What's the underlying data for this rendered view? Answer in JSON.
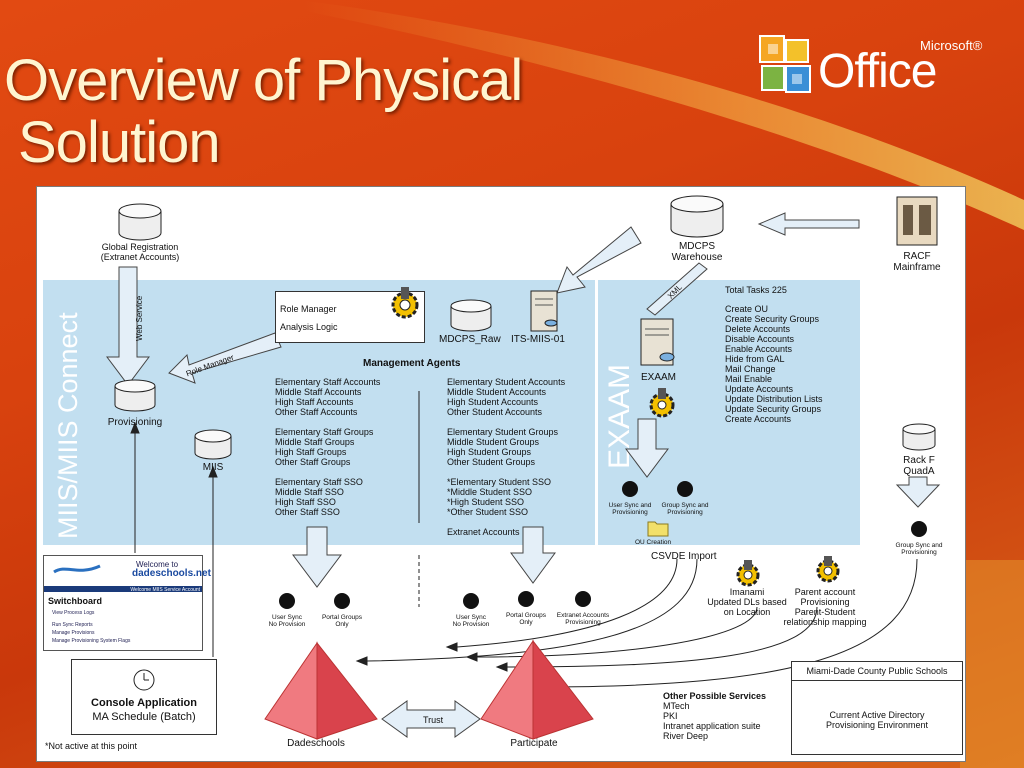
{
  "slide": {
    "title_line1": "Overview of Physical",
    "title_line2": "Solution"
  },
  "logo": {
    "wordmark": "Office",
    "brand": "Microsoft®"
  },
  "colors": {
    "background": "#d8420e",
    "zone": "#c2dff0",
    "title": "#fff5d0",
    "pyramid": "#e8545c"
  },
  "diagram": {
    "global_registration": [
      "Global Registration",
      "(Extranet Accounts)"
    ],
    "web_service": "Web Service",
    "mis_connect": "MIIS/MIIS Connect",
    "provisioning": "Provisioning",
    "role_manager_arrow": "Role Manager",
    "miis": "MIIS",
    "role_box": [
      "Role Manager",
      "Analysis Logic"
    ],
    "mdcps_raw": "MDCPS_Raw",
    "its_miis": "ITS-MIIS-01",
    "mdcps_warehouse": [
      "MDCPS",
      "Warehouse"
    ],
    "racf": [
      "RACF",
      "Mainframe"
    ],
    "xml": "XML",
    "exaam_server": "EXAAM",
    "exaam_zone": "EXAAM",
    "total_tasks": "Total Tasks 225",
    "tasks": [
      "Create OU",
      "Create Security Groups",
      "Delete Accounts",
      "Disable Accounts",
      "Enable Accounts",
      "Hide from GAL",
      "Mail Change",
      "Mail Enable",
      "Update Accounts",
      "Update Distribution Lists",
      "Update Security Groups",
      "Create Accounts"
    ],
    "management_agents": "Management Agents",
    "staff_accounts": [
      "Elementary Staff Accounts",
      "Middle Staff Accounts",
      "High Staff Accounts",
      "Other Staff Accounts"
    ],
    "staff_groups": [
      "Elementary Staff Groups",
      "Middle Staff Groups",
      "High Staff Groups",
      "Other Staff Groups"
    ],
    "staff_sso": [
      "Elementary Staff SSO",
      "Middle Staff SSO",
      "High Staff SSO",
      "Other Staff SSO"
    ],
    "student_accounts": [
      "Elementary Student Accounts",
      "Middle Student Accounts",
      "High Student Accounts",
      "Other Student Accounts"
    ],
    "student_groups": [
      "Elementary Student Groups",
      "Middle Student Groups",
      "High Student Groups",
      "Other Student Groups"
    ],
    "student_sso": [
      "*Elementary Student SSO",
      "*Middle Student SSO",
      "*High Student SSO",
      "*Other Student SSO"
    ],
    "extranet_accounts": "Extranet Accounts",
    "user_sync_prov": [
      "User Sync and",
      "Provisioning"
    ],
    "group_sync_prov": [
      "Group Sync and",
      "Provisioning"
    ],
    "ou_creation": "OU Creation",
    "csvde": "CSVDE Import",
    "rack": [
      "Rack F",
      "QuadA"
    ],
    "rack_group_sync": [
      "Group Sync and",
      "Provisioning"
    ],
    "imanami": [
      "Imanami",
      "Updated DLs based",
      "on Location"
    ],
    "parent": [
      "Parent account",
      "Provisioning",
      "Parent-Student",
      "relationship mapping"
    ],
    "user_sync_np1": [
      "User Sync",
      "No Provision"
    ],
    "portal_groups1": [
      "Portal Groups",
      "Only"
    ],
    "user_sync_np2": [
      "User Sync",
      "No Provision"
    ],
    "portal_groups2": [
      "Portal Groups",
      "Only"
    ],
    "extranet_prov": [
      "Extranet Accounts",
      "Provisioning"
    ],
    "switchboard": {
      "welcome": "Welcome to",
      "site": "dadeschools.net",
      "bar": "Welcome MIIS Service Account",
      "title": "Switchboard",
      "links": [
        "View Process Logs",
        "Run Sync Reports",
        "Manage Provisions",
        "Manage Provisioning System Flags"
      ]
    },
    "console": [
      "Console Application",
      "MA Schedule (Batch)"
    ],
    "not_active": "*Not active at this point",
    "dadeschools": "Dadeschools",
    "participate": "Participate",
    "trust": "Trust",
    "other_services_title": "Other Possible Services",
    "other_services": [
      "MTech",
      "PKI",
      "Intranet application suite",
      "River Deep"
    ],
    "mdcps_box_title": "Miami-Dade County Public Schools",
    "mdcps_box_text": [
      "Current Active Directory",
      "Provisioning Environment"
    ]
  }
}
